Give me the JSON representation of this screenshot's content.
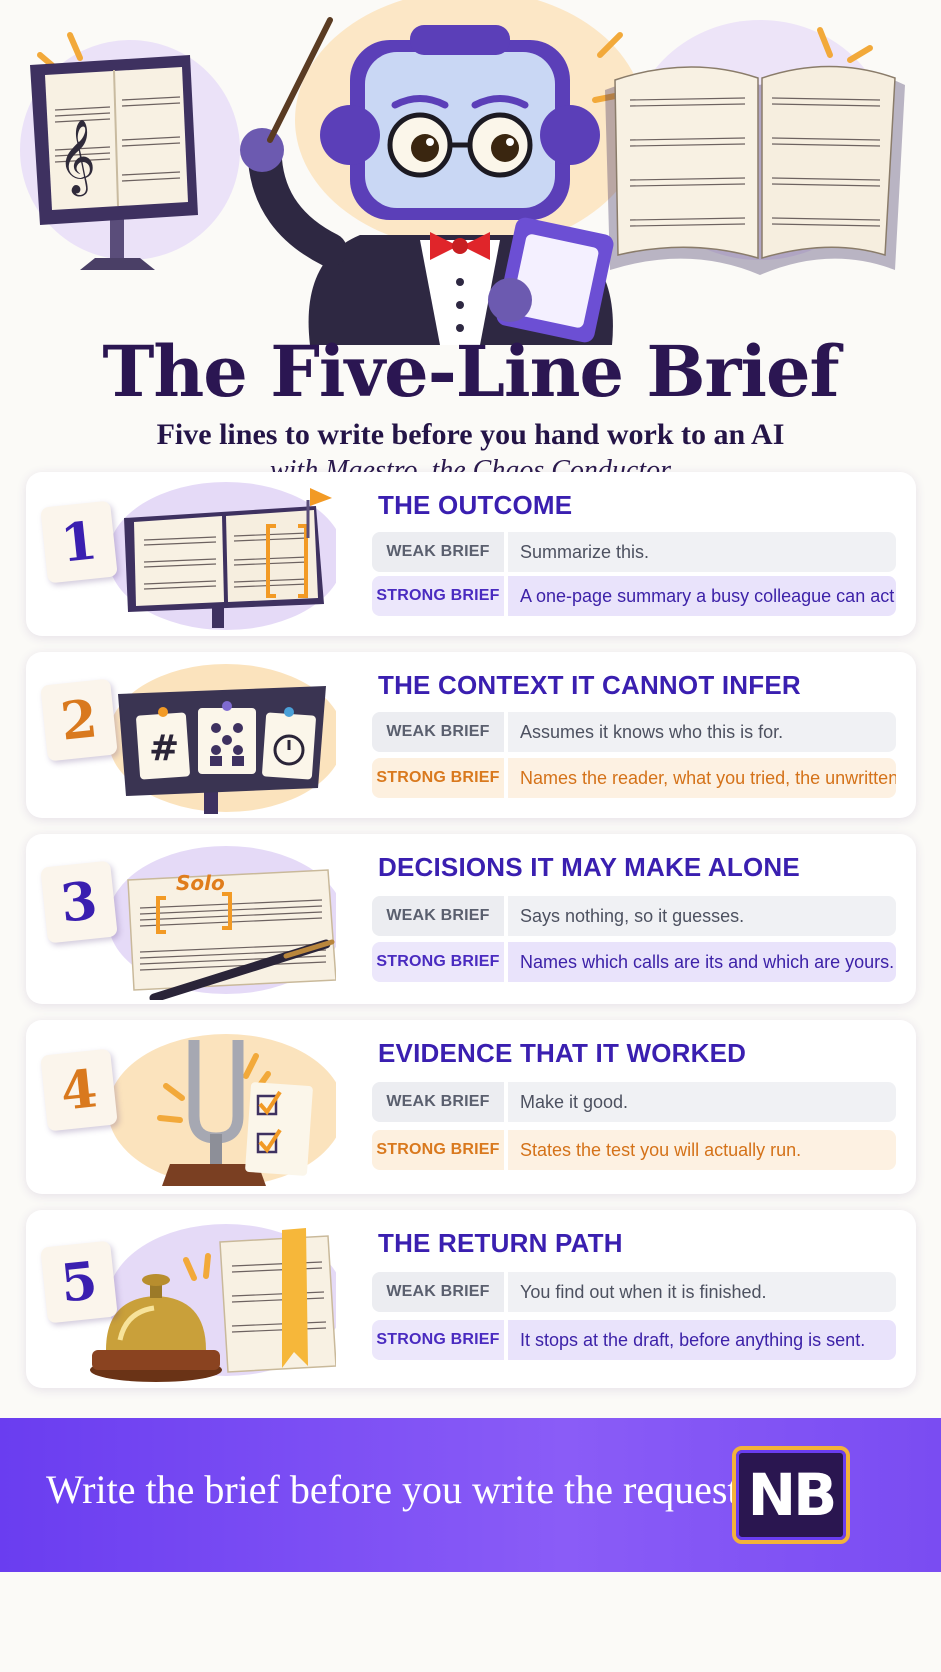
{
  "header": {
    "title": "The Five-Line Brief",
    "subtitle": "Five lines to write before you hand work to an AI",
    "byline": "with Maestro, the Chaos Conductor"
  },
  "labels": {
    "weak": "WEAK BRIEF",
    "strong": "STRONG BRIEF"
  },
  "cards": [
    {
      "number": "1",
      "title": "THE OUTCOME",
      "weak": "Summarize this.",
      "strong": "A one-page summary a busy colleague can act on.",
      "accent": "purple",
      "art_icon": "music-stand-with-flag-icon"
    },
    {
      "number": "2",
      "title": "THE CONTEXT IT CANNOT INFER",
      "weak": "Assumes it knows who this is for.",
      "strong": "Names the reader, what you tried, the unwritten rule,",
      "accent": "orange",
      "art_icon": "board-with-cards-icon"
    },
    {
      "number": "3",
      "title": "DECISIONS IT MAY MAKE ALONE",
      "weak": "Says nothing, so it guesses.",
      "strong": "Names which calls are its and which are yours.",
      "accent": "purple",
      "art_icon": "score-with-baton-icon",
      "art_text": "Solo"
    },
    {
      "number": "4",
      "title": "EVIDENCE THAT IT WORKED",
      "weak": "Make it good.",
      "strong": "States the test you will actually run.",
      "accent": "orange",
      "art_icon": "tuning-fork-checklist-icon"
    },
    {
      "number": "5",
      "title": "THE RETURN PATH",
      "weak": "You find out when it is finished.",
      "strong": "It stops at the draft, before anything is sent.",
      "accent": "purple",
      "art_icon": "bell-and-score-icon"
    }
  ],
  "footer": {
    "text": "Write the brief before you write the request.",
    "logo": "NB"
  },
  "colors": {
    "purple": "#3a1fb0",
    "orange": "#d9791e",
    "footer": "#7a4cf2",
    "title": "#2b1652"
  }
}
